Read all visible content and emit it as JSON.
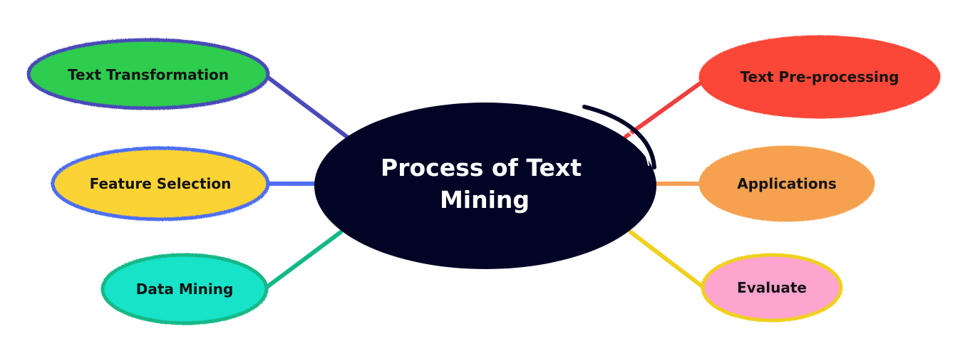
{
  "center": {
    "title_line1": "Process of Text",
    "title_line2": "Mining",
    "fill_color": "#020426"
  },
  "nodes": [
    {
      "id": "text-transformation",
      "label": "Text Transformation",
      "fill_color": "#2ecc4f",
      "border_color": "#4a4ab8",
      "connector_color": "#4a4ab8"
    },
    {
      "id": "feature-selection",
      "label": "Feature Selection",
      "fill_color": "#fbd335",
      "border_color": "#4c6ef5",
      "connector_color": "#4c6ef5"
    },
    {
      "id": "data-mining",
      "label": "Data Mining",
      "fill_color": "#12e3c8",
      "border_color": "#12b886",
      "connector_color": "#12b886"
    },
    {
      "id": "text-pre-processing",
      "label": "Text Pre-processing",
      "fill_color": "#fa4637",
      "border_color": "#fa4637",
      "connector_color": "#f03e3e"
    },
    {
      "id": "applications",
      "label": "Applications",
      "fill_color": "#f5a14f",
      "border_color": "#f5a14f",
      "connector_color": "#f59f53"
    },
    {
      "id": "evaluate",
      "label": "Evaluate",
      "fill_color": "#fda4cf",
      "border_color": "#f0d11f",
      "connector_color": "#f0d11f"
    }
  ]
}
